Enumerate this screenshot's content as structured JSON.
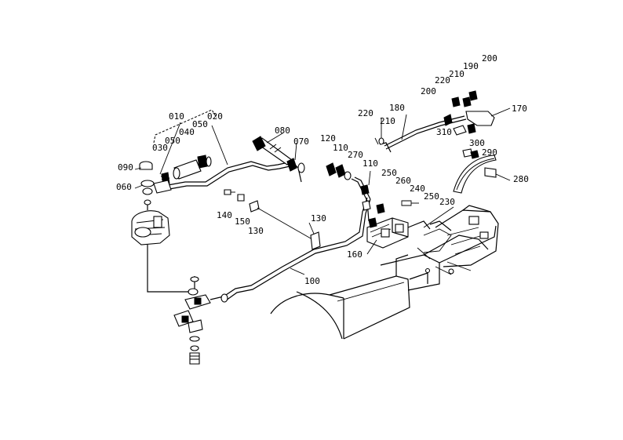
{
  "labels": {
    "p010": "010",
    "p020": "020",
    "p030": "030",
    "p040": "040",
    "p050a": "050",
    "p050b": "050",
    "p060": "060",
    "p070": "070",
    "p080": "080",
    "p090": "090",
    "p100": "100",
    "p110a": "110",
    "p110b": "110",
    "p120": "120",
    "p130a": "130",
    "p130b": "130",
    "p140": "140",
    "p150": "150",
    "p160": "160",
    "p170": "170",
    "p180": "180",
    "p190": "190",
    "p200a": "200",
    "p200b": "200",
    "p210a": "210",
    "p210b": "210",
    "p220a": "220",
    "p220b": "220",
    "p230": "230",
    "p240": "240",
    "p250a": "250",
    "p250b": "250",
    "p260": "260",
    "p270": "270",
    "p280": "280",
    "p290": "290",
    "p300": "300",
    "p310": "310"
  }
}
